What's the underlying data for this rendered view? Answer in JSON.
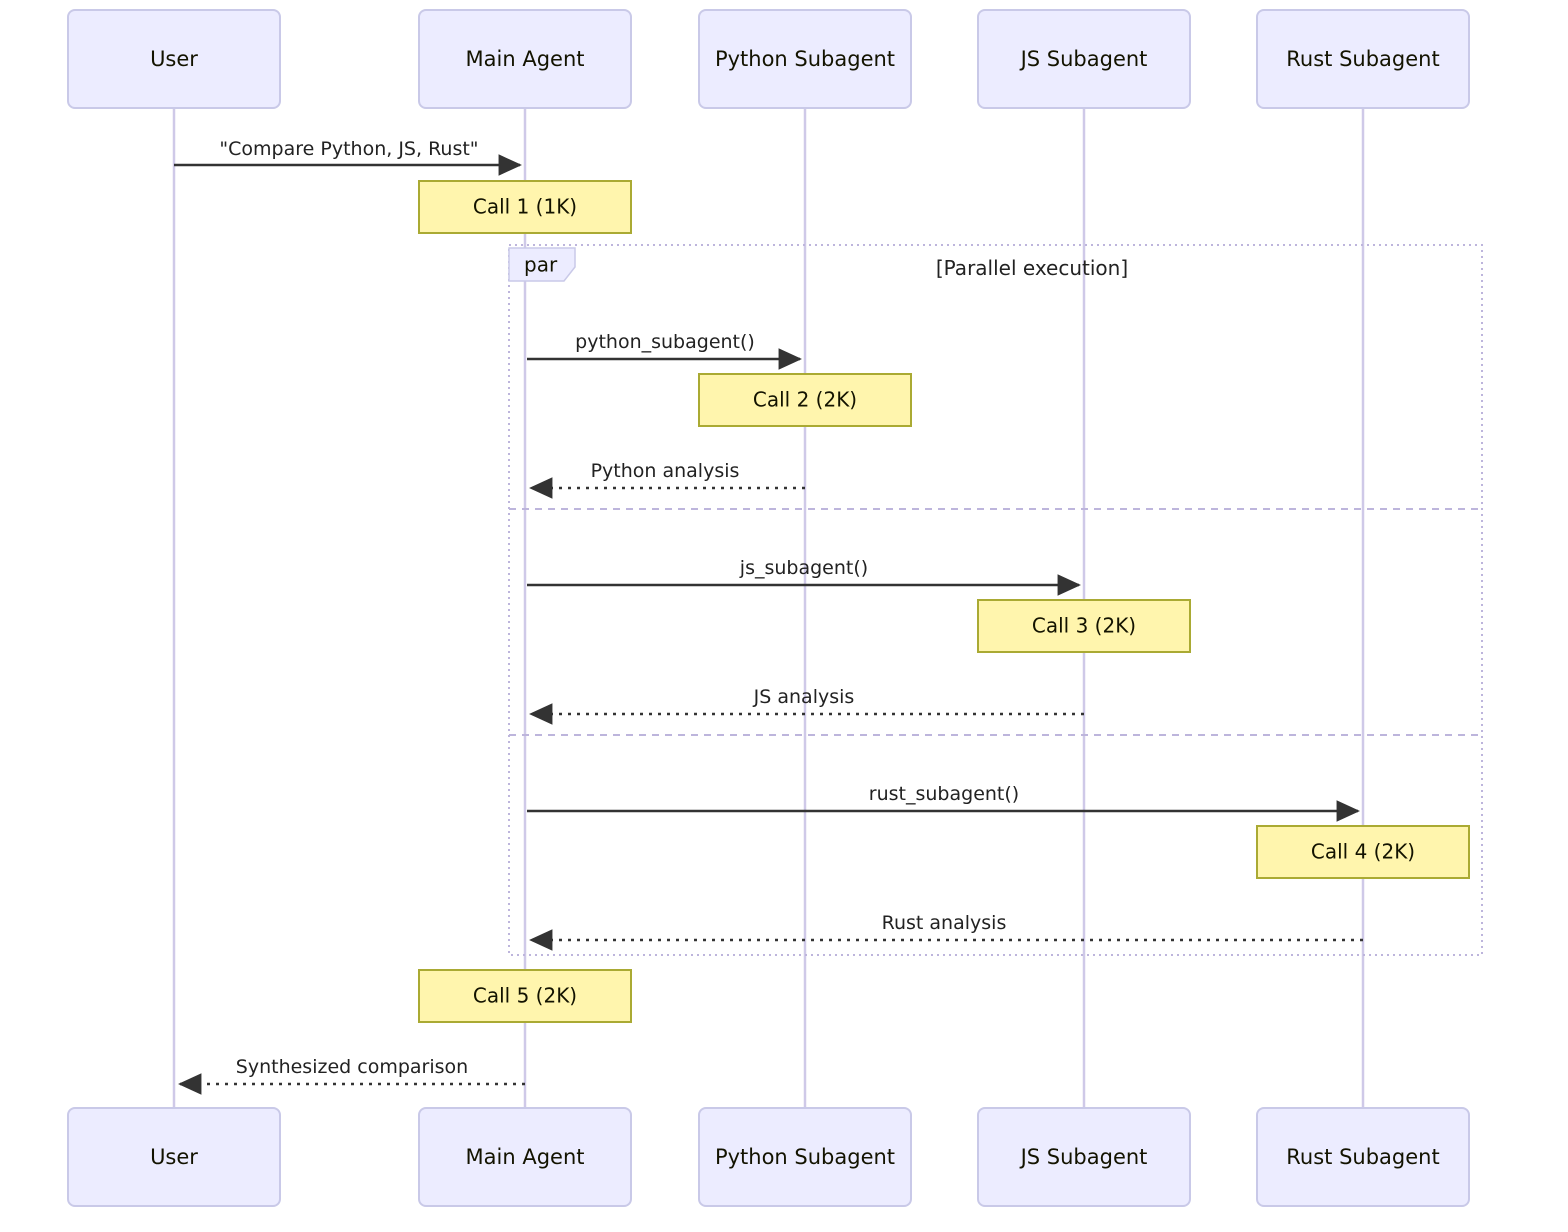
{
  "diagram": {
    "type": "sequence-diagram",
    "title": "",
    "colors": {
      "participant_fill": "#ECECFF",
      "participant_stroke": "#C9C9E8",
      "lifeline": "#CFC9E8",
      "note_fill": "#FFF5AD",
      "note_stroke": "#AAAA33",
      "frame_stroke": "#BDB5DC",
      "arrow": "#333333",
      "background": "#FFFFFF"
    },
    "participants": [
      {
        "id": "user",
        "label": "User"
      },
      {
        "id": "main-agent",
        "label": "Main Agent"
      },
      {
        "id": "python-subagent",
        "label": "Python Subagent"
      },
      {
        "id": "js-subagent",
        "label": "JS Subagent"
      },
      {
        "id": "rust-subagent",
        "label": "Rust Subagent"
      }
    ],
    "frame": {
      "kind": "par",
      "tag_label": "par",
      "title": "[Parallel execution]",
      "sections": 3
    },
    "messages": [
      {
        "id": "m1",
        "label": "\"Compare Python, JS, Rust\"",
        "from": "user",
        "to": "main-agent",
        "style": "solid"
      },
      {
        "id": "m2",
        "label": "python_subagent()",
        "from": "main-agent",
        "to": "python-subagent",
        "style": "solid"
      },
      {
        "id": "m3",
        "label": "Python analysis",
        "from": "python-subagent",
        "to": "main-agent",
        "style": "dashed"
      },
      {
        "id": "m4",
        "label": "js_subagent()",
        "from": "main-agent",
        "to": "js-subagent",
        "style": "solid"
      },
      {
        "id": "m5",
        "label": "JS analysis",
        "from": "js-subagent",
        "to": "main-agent",
        "style": "dashed"
      },
      {
        "id": "m6",
        "label": "rust_subagent()",
        "from": "main-agent",
        "to": "rust-subagent",
        "style": "solid"
      },
      {
        "id": "m7",
        "label": "Rust analysis",
        "from": "rust-subagent",
        "to": "main-agent",
        "style": "dashed"
      },
      {
        "id": "m8",
        "label": "Synthesized comparison",
        "from": "main-agent",
        "to": "user",
        "style": "dashed"
      }
    ],
    "notes": [
      {
        "id": "n1",
        "label": "Call 1 (1K)",
        "over": "main-agent"
      },
      {
        "id": "n2",
        "label": "Call 2 (2K)",
        "over": "python-subagent"
      },
      {
        "id": "n3",
        "label": "Call 3 (2K)",
        "over": "js-subagent"
      },
      {
        "id": "n4",
        "label": "Call 4 (2K)",
        "over": "rust-subagent"
      },
      {
        "id": "n5",
        "label": "Call 5 (2K)",
        "over": "main-agent"
      }
    ]
  }
}
